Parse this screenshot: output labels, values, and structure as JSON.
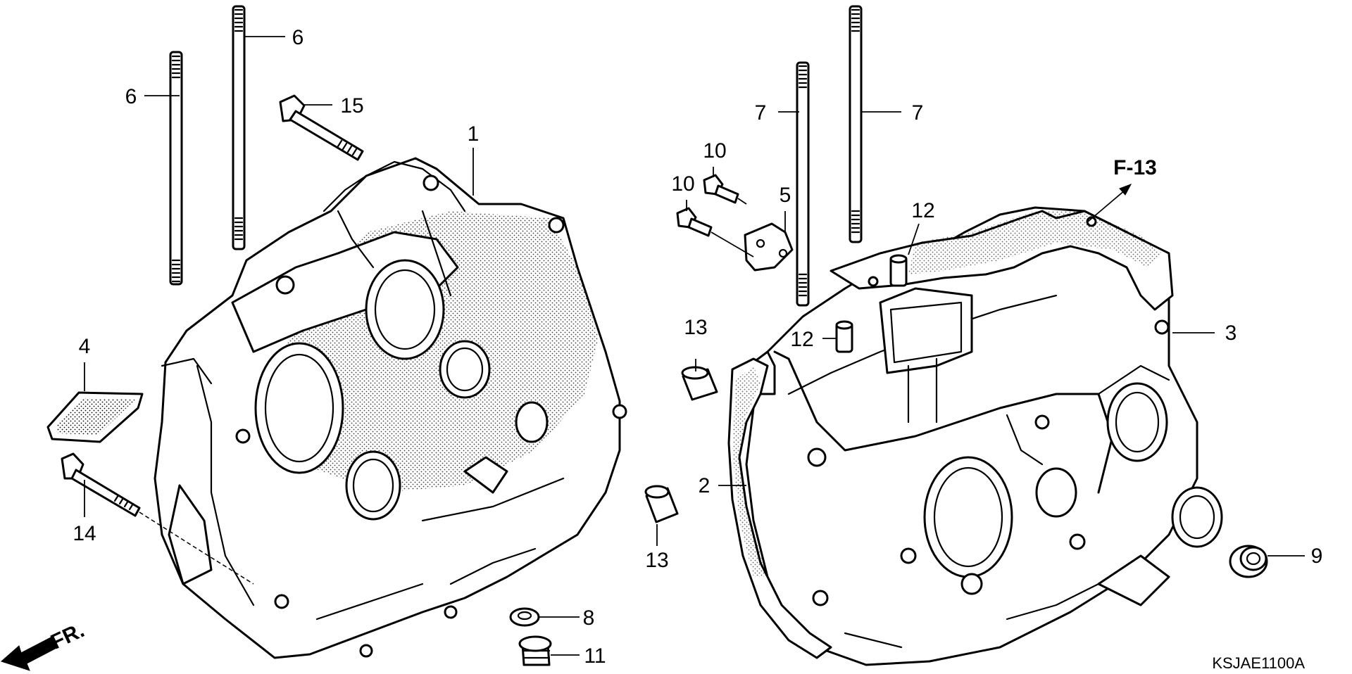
{
  "diagram": {
    "callouts": {
      "c1": "1",
      "c2": "2",
      "c3": "3",
      "c4": "4",
      "c5": "5",
      "c6a": "6",
      "c6b": "6",
      "c7a": "7",
      "c7b": "7",
      "c8": "8",
      "c9": "9",
      "c10a": "10",
      "c10b": "10",
      "c11": "11",
      "c12a": "12",
      "c12b": "12",
      "c13a": "13",
      "c13b": "13",
      "c14": "14",
      "c15": "15"
    },
    "reference_label": "F-13",
    "direction_label": "FR.",
    "drawing_code": "KSJAE1100A"
  }
}
